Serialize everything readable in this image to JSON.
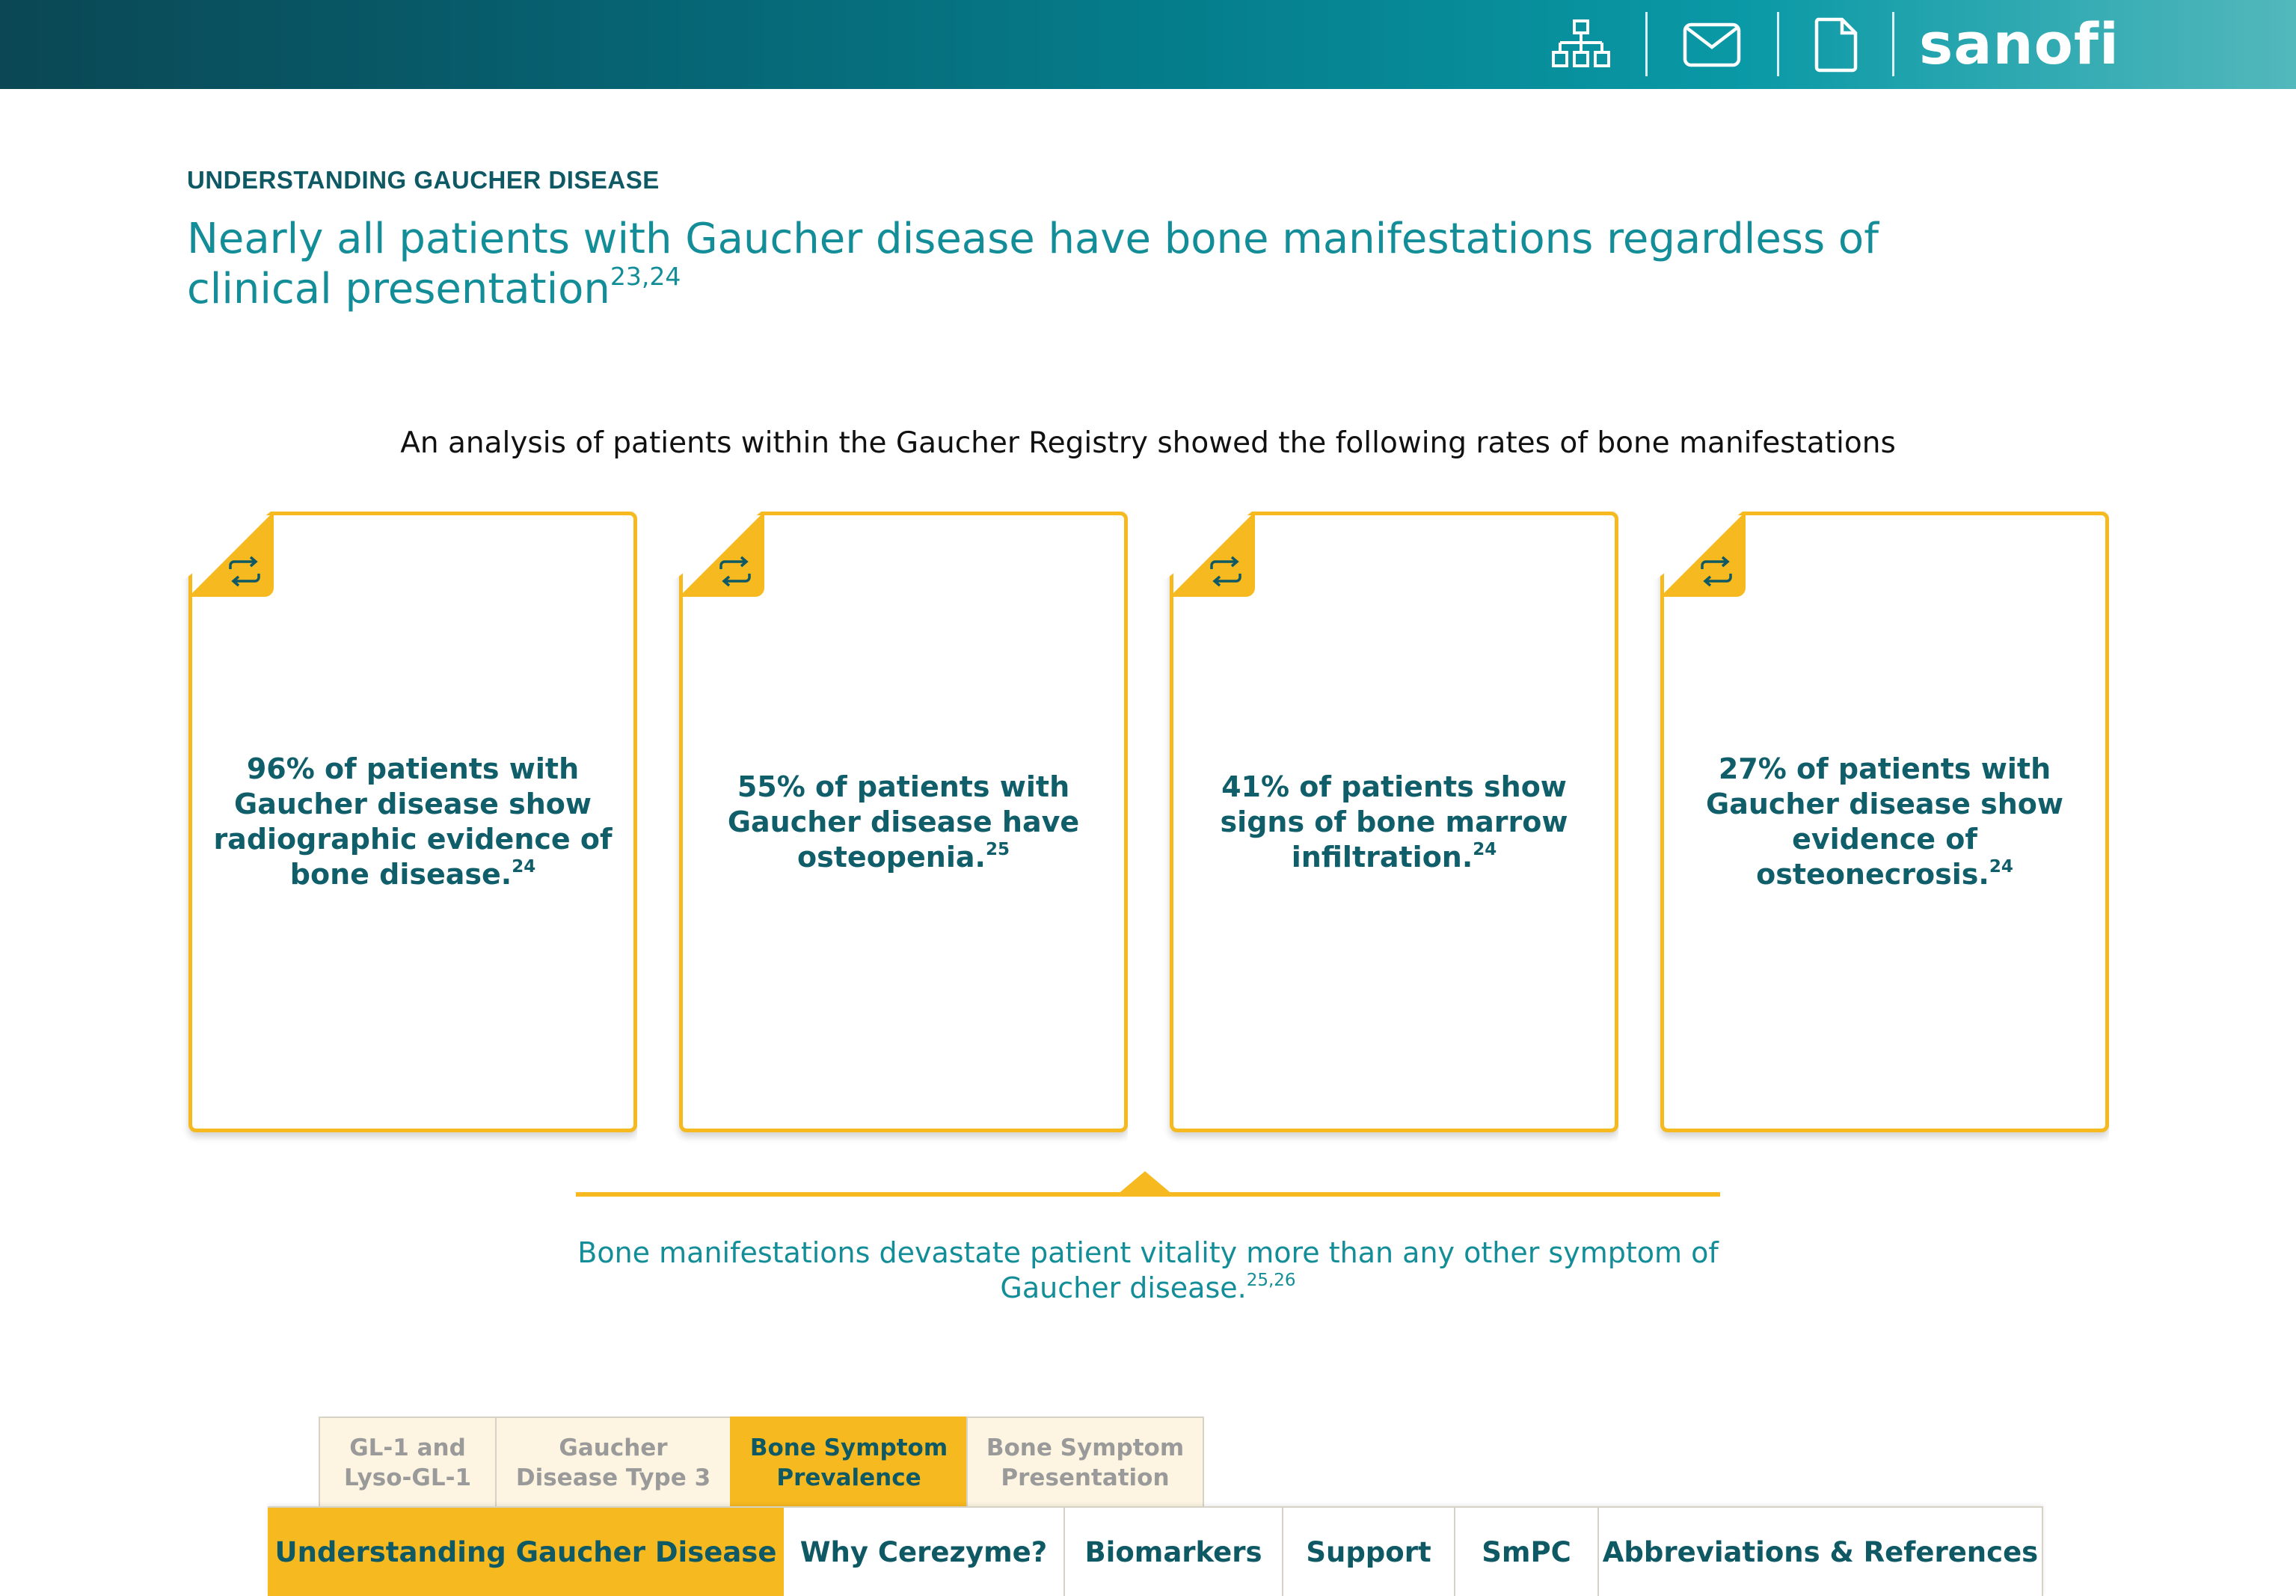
{
  "header": {
    "icons": [
      "sitemap-icon",
      "mail-icon",
      "document-icon"
    ],
    "brand": "sanofi",
    "colors": {
      "bar_start": "#0b4754",
      "bar_end": "#52b8bc"
    }
  },
  "page": {
    "eyebrow": "UNDERSTANDING GAUCHER DISEASE",
    "title": "Nearly all patients with Gaucher disease have bone manifestations regardless of clinical presentation",
    "title_ref": "23,24",
    "intro": "An analysis of patients within the Gaucher Registry showed the following rates of bone manifestations"
  },
  "cards": [
    {
      "text": "96% of patients with Gaucher disease show radiographic evidence of bone disease.",
      "ref": "24"
    },
    {
      "text": "55% of patients with Gaucher disease have osteopenia.",
      "ref": "25"
    },
    {
      "text": "41% of patients show signs of bone marrow infiltration.",
      "ref": "24"
    },
    {
      "text": "27% of patients with Gaucher disease show evidence of osteonecrosis.",
      "ref": "24"
    }
  ],
  "callout": {
    "text": "Bone manifestations devastate patient vitality more than any other symptom of Gaucher disease.",
    "ref": "25,26"
  },
  "subtabs": [
    {
      "label": "GL-1 and\nLyso-GL-1",
      "active": false
    },
    {
      "label": "Gaucher\nDisease Type 3",
      "active": false
    },
    {
      "label": "Bone Symptom\nPrevalence",
      "active": true
    },
    {
      "label": "Bone Symptom\nPresentation",
      "active": false
    }
  ],
  "nav": [
    {
      "label": "Understanding Gaucher Disease",
      "active": true
    },
    {
      "label": "Why Cerezyme?",
      "active": false
    },
    {
      "label": "Biomarkers",
      "active": false
    },
    {
      "label": "Support",
      "active": false
    },
    {
      "label": "SmPC",
      "active": false
    },
    {
      "label": "Abbreviations & References",
      "active": false
    }
  ],
  "theme": {
    "accent": "#f6b91f",
    "teal_dark": "#0f5965",
    "teal": "#138e98"
  }
}
